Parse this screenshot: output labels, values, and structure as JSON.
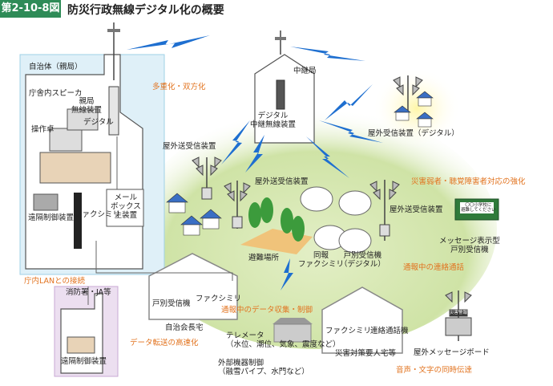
{
  "header": {
    "figure_number": "第2-10-8図",
    "title": "防災行政無線デジタル化の概要"
  },
  "municipality": {
    "title": "自治体（親局）",
    "speaker": "庁舎内スピーカ",
    "parent_station": "親局\n無線装置",
    "digital": "デジタル",
    "console": "操作卓",
    "remote_control": "遠隔制御装置",
    "fax": "ファクシミリ",
    "mailbox": "メール\nボックス\n主装置"
  },
  "annotations": {
    "multiplex": "多重化・双方化",
    "lan": "庁内LANとの接続",
    "data_transfer": "データ転送の高速化",
    "data_collection": "通報中のデータ収集・制御",
    "vulnerable": "災害弱者・聴覚障害者対応の強化",
    "reporting": "通報中の連絡通話",
    "simultaneous": "音声・文字の同時伝達"
  },
  "fire_dept": {
    "title": "消防署・JA等",
    "remote_control": "遠隔制御装置"
  },
  "relay": {
    "title": "中継局",
    "digital_relay": "デジタル\n中継無線装置"
  },
  "outdoor": {
    "station_left": "屋外送受信装置",
    "station_center": "屋外送受信装置",
    "station_right": "屋外送受信装置",
    "receiver_digital": "屋外受信装置（デジタル）",
    "evacuation": "避難場所",
    "fax_sync": "同報\nファクシミリ",
    "household_digital": "戸別受信機\n（デジタル）",
    "message_receiver": "メッセージ表示型\n戸別受信機",
    "board_text": "〇〇小学校に\n避難してください",
    "outdoor_board": "屋外メッセージボード",
    "board_header": "災害警報"
  },
  "residence": {
    "household": "戸別受信機",
    "fax": "ファクシミリ",
    "name": "自治会長宅"
  },
  "telemeter": {
    "telemeter": "テレメータ\n（水位、潮位、気象、震度など）",
    "external": "外部機器制御\n（融雪パイプ、水門など）"
  },
  "disaster_house": {
    "fax": "ファクシミリ",
    "contact": "連絡通話機",
    "name": "災害対策要人宅等"
  },
  "colors": {
    "badge": "#2e8b57",
    "hill": "#cfe3a6",
    "muni_bg": "#dff0f8",
    "fire_bg": "#ecdff0",
    "lightning": "#1e6fd0",
    "annotation": "#e2731f",
    "house_roof": "#3a6fc4",
    "board": "#2f7a3a"
  }
}
